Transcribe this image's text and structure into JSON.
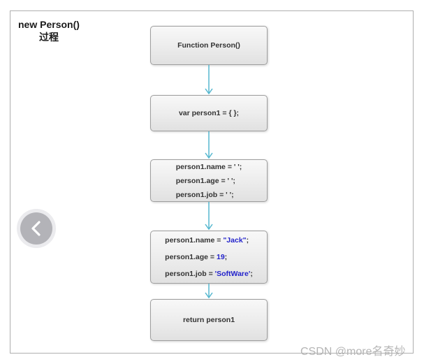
{
  "title": {
    "line1": "new Person()",
    "line2": "过程"
  },
  "flowchart": {
    "colors": {
      "arrow": "#54b7cf",
      "value_text": "#2323cb",
      "node_text": "#333333",
      "node_border": "#9e9e9e"
    },
    "nodes": [
      {
        "name": "function-person",
        "lines": [
          [
            {
              "text": "Function Person()"
            }
          ]
        ]
      },
      {
        "name": "create-empty-object",
        "lines": [
          [
            {
              "text": "var person1 = { };"
            }
          ]
        ]
      },
      {
        "name": "init-empty-properties",
        "lines": [
          [
            {
              "text": "person1.name = ' ';"
            }
          ],
          [
            {
              "text": "person1.age = ' ';"
            }
          ],
          [
            {
              "text": "person1.job = ' ';"
            }
          ]
        ]
      },
      {
        "name": "assign-properties",
        "lines": [
          [
            {
              "text": "person1.name = "
            },
            {
              "text": "\"Jack\"",
              "value": true
            },
            {
              "text": ";"
            }
          ],
          [
            {
              "text": "person1.age = "
            },
            {
              "text": "19",
              "value": true
            },
            {
              "text": ";"
            }
          ],
          [
            {
              "text": "person1.job = "
            },
            {
              "text": "'SoftWare'",
              "value": true
            },
            {
              "text": ";"
            }
          ]
        ]
      },
      {
        "name": "return-person1",
        "lines": [
          [
            {
              "text": "return person1"
            }
          ]
        ]
      }
    ]
  },
  "nav": {
    "prev_icon": "chevron-left"
  },
  "watermark": {
    "text": "CSDN @more名奇妙"
  }
}
